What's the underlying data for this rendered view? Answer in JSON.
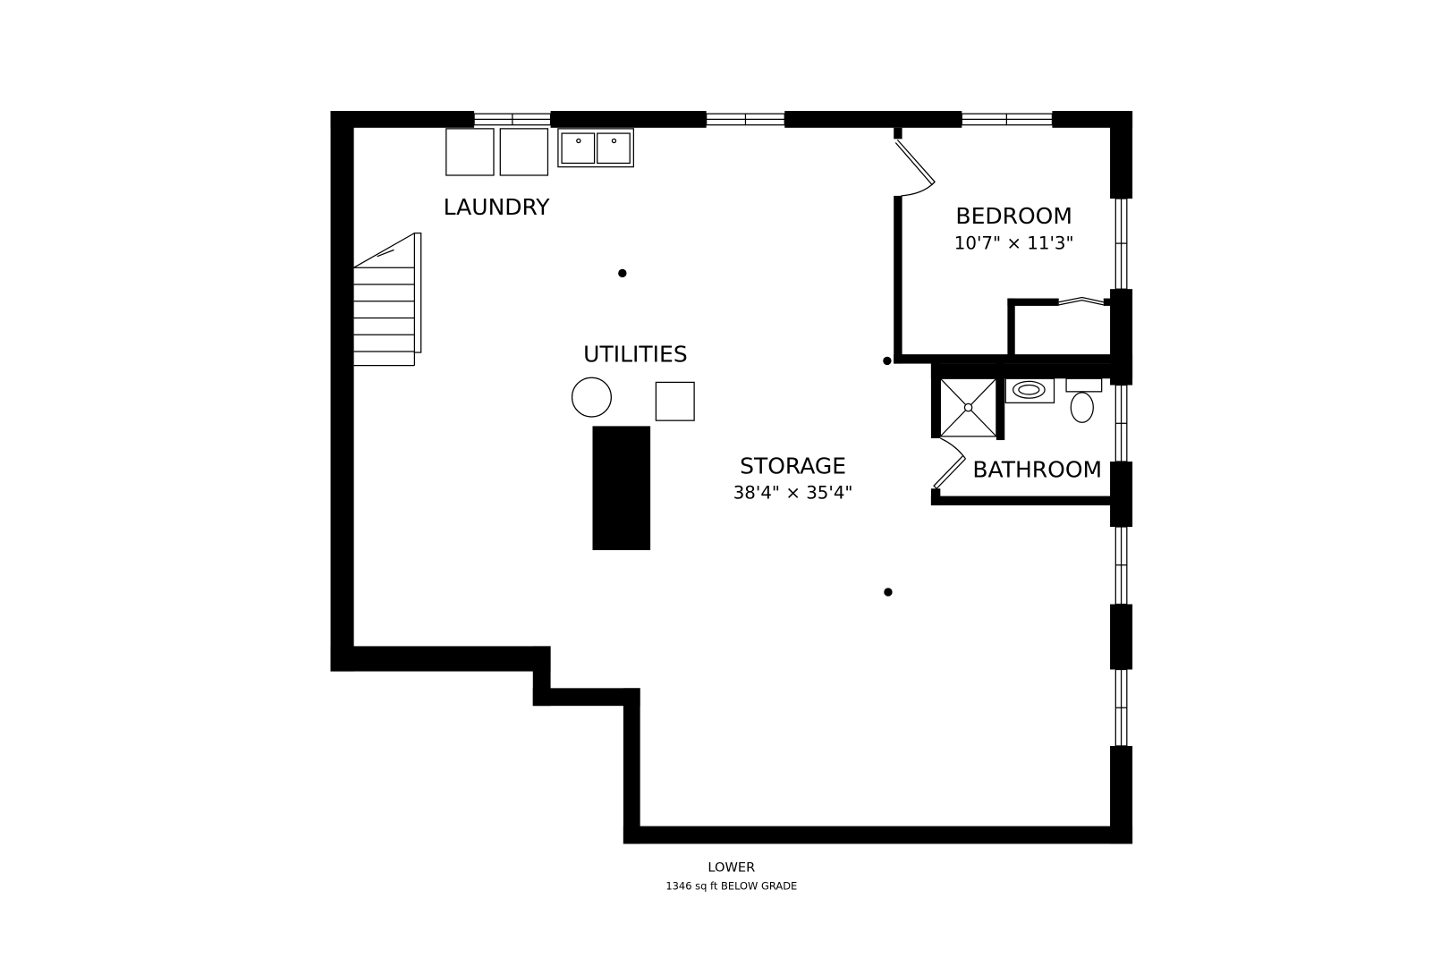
{
  "floor": {
    "name": "LOWER",
    "area": "1346 sq ft BELOW GRADE"
  },
  "rooms": [
    {
      "name": "LAUNDRY",
      "dims": ""
    },
    {
      "name": "UTILITIES",
      "dims": ""
    },
    {
      "name": "STORAGE",
      "dims": "38'4\" × 35'4\""
    },
    {
      "name": "BEDROOM",
      "dims": "10'7\" × 11'3\""
    },
    {
      "name": "BATHROOM",
      "dims": ""
    }
  ],
  "colors": {
    "wall": "#000000",
    "background": "#ffffff"
  }
}
